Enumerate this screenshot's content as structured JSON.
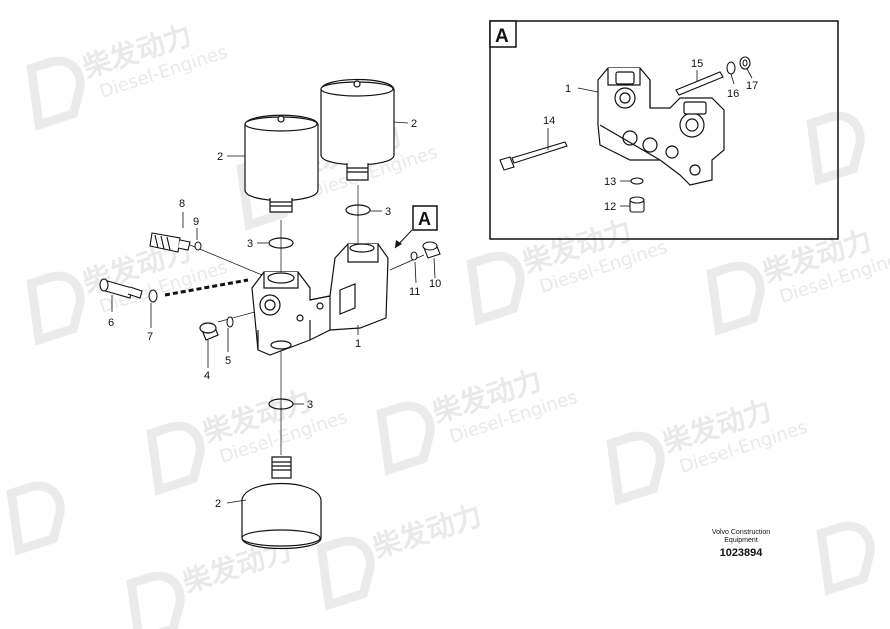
{
  "diagram": {
    "view_label_main": "A",
    "view_label_detail": "A",
    "callouts": {
      "p1_main": "1",
      "p2_top_left": "2",
      "p2_top_right": "2",
      "p2_bottom": "2",
      "p3_top": "3",
      "p3_left": "3",
      "p3_bottom": "3",
      "p4": "4",
      "p5": "5",
      "p6": "6",
      "p7": "7",
      "p8": "8",
      "p9": "9",
      "p10": "10",
      "p11": "11",
      "d1": "1",
      "d12": "12",
      "d13": "13",
      "d14": "14",
      "d15": "15",
      "d16": "16",
      "d17": "17"
    },
    "footer": {
      "brand_line1": "Volvo Construction",
      "brand_line2": "Equipment",
      "drawing_number": "1023894"
    }
  },
  "watermark": {
    "logo_text": "柴发动力",
    "sub_text": "Diesel-Engines"
  }
}
